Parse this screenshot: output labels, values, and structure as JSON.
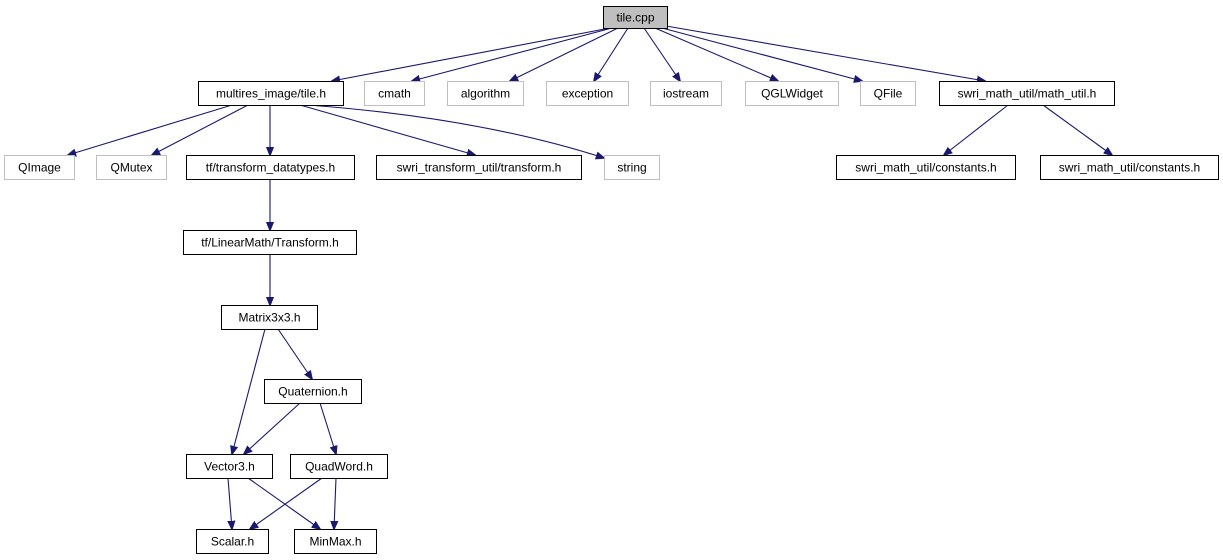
{
  "colors": {
    "edge": "#191970",
    "documented_border": "#000000",
    "external_border": "#bfbfbf",
    "root_fill": "#bfbfbf",
    "background": "#ffffff"
  },
  "nodes": {
    "tile_cpp": {
      "label": "tile.cpp",
      "kind": "root"
    },
    "multires_tile_h": {
      "label": "multires_image/tile.h",
      "kind": "documented"
    },
    "cmath": {
      "label": "cmath",
      "kind": "external"
    },
    "algorithm": {
      "label": "algorithm",
      "kind": "external"
    },
    "exception": {
      "label": "exception",
      "kind": "external"
    },
    "iostream": {
      "label": "iostream",
      "kind": "external"
    },
    "qglwidget": {
      "label": "QGLWidget",
      "kind": "external"
    },
    "qfile": {
      "label": "QFile",
      "kind": "external"
    },
    "math_util_h": {
      "label": "swri_math_util/math_util.h",
      "kind": "documented"
    },
    "qimage": {
      "label": "QImage",
      "kind": "external"
    },
    "qmutex": {
      "label": "QMutex",
      "kind": "external"
    },
    "tf_transform_datatypes_h": {
      "label": "tf/transform_datatypes.h",
      "kind": "documented"
    },
    "swri_transform_h": {
      "label": "swri_transform_util/transform.h",
      "kind": "documented"
    },
    "string": {
      "label": "string",
      "kind": "external"
    },
    "constants_h_1": {
      "label": "swri_math_util/constants.h",
      "kind": "documented"
    },
    "constants_h_2": {
      "label": "swri_math_util/constants.h",
      "kind": "documented"
    },
    "linearmath_transform_h": {
      "label": "tf/LinearMath/Transform.h",
      "kind": "documented"
    },
    "matrix3x3_h": {
      "label": "Matrix3x3.h",
      "kind": "documented"
    },
    "quaternion_h": {
      "label": "Quaternion.h",
      "kind": "documented"
    },
    "vector3_h": {
      "label": "Vector3.h",
      "kind": "documented"
    },
    "quadword_h": {
      "label": "QuadWord.h",
      "kind": "documented"
    },
    "scalar_h": {
      "label": "Scalar.h",
      "kind": "documented"
    },
    "minmax_h": {
      "label": "MinMax.h",
      "kind": "documented"
    }
  },
  "edges": [
    [
      "tile_cpp",
      "multires_tile_h"
    ],
    [
      "tile_cpp",
      "cmath"
    ],
    [
      "tile_cpp",
      "algorithm"
    ],
    [
      "tile_cpp",
      "exception"
    ],
    [
      "tile_cpp",
      "iostream"
    ],
    [
      "tile_cpp",
      "qglwidget"
    ],
    [
      "tile_cpp",
      "qfile"
    ],
    [
      "tile_cpp",
      "math_util_h"
    ],
    [
      "multires_tile_h",
      "qimage"
    ],
    [
      "multires_tile_h",
      "qmutex"
    ],
    [
      "multires_tile_h",
      "tf_transform_datatypes_h"
    ],
    [
      "multires_tile_h",
      "swri_transform_h"
    ],
    [
      "multires_tile_h",
      "string"
    ],
    [
      "math_util_h",
      "constants_h_1"
    ],
    [
      "math_util_h",
      "constants_h_2"
    ],
    [
      "tf_transform_datatypes_h",
      "linearmath_transform_h"
    ],
    [
      "linearmath_transform_h",
      "matrix3x3_h"
    ],
    [
      "matrix3x3_h",
      "quaternion_h"
    ],
    [
      "matrix3x3_h",
      "vector3_h"
    ],
    [
      "quaternion_h",
      "vector3_h"
    ],
    [
      "quaternion_h",
      "quadword_h"
    ],
    [
      "vector3_h",
      "scalar_h"
    ],
    [
      "vector3_h",
      "minmax_h"
    ],
    [
      "quadword_h",
      "scalar_h"
    ],
    [
      "quadword_h",
      "minmax_h"
    ]
  ]
}
